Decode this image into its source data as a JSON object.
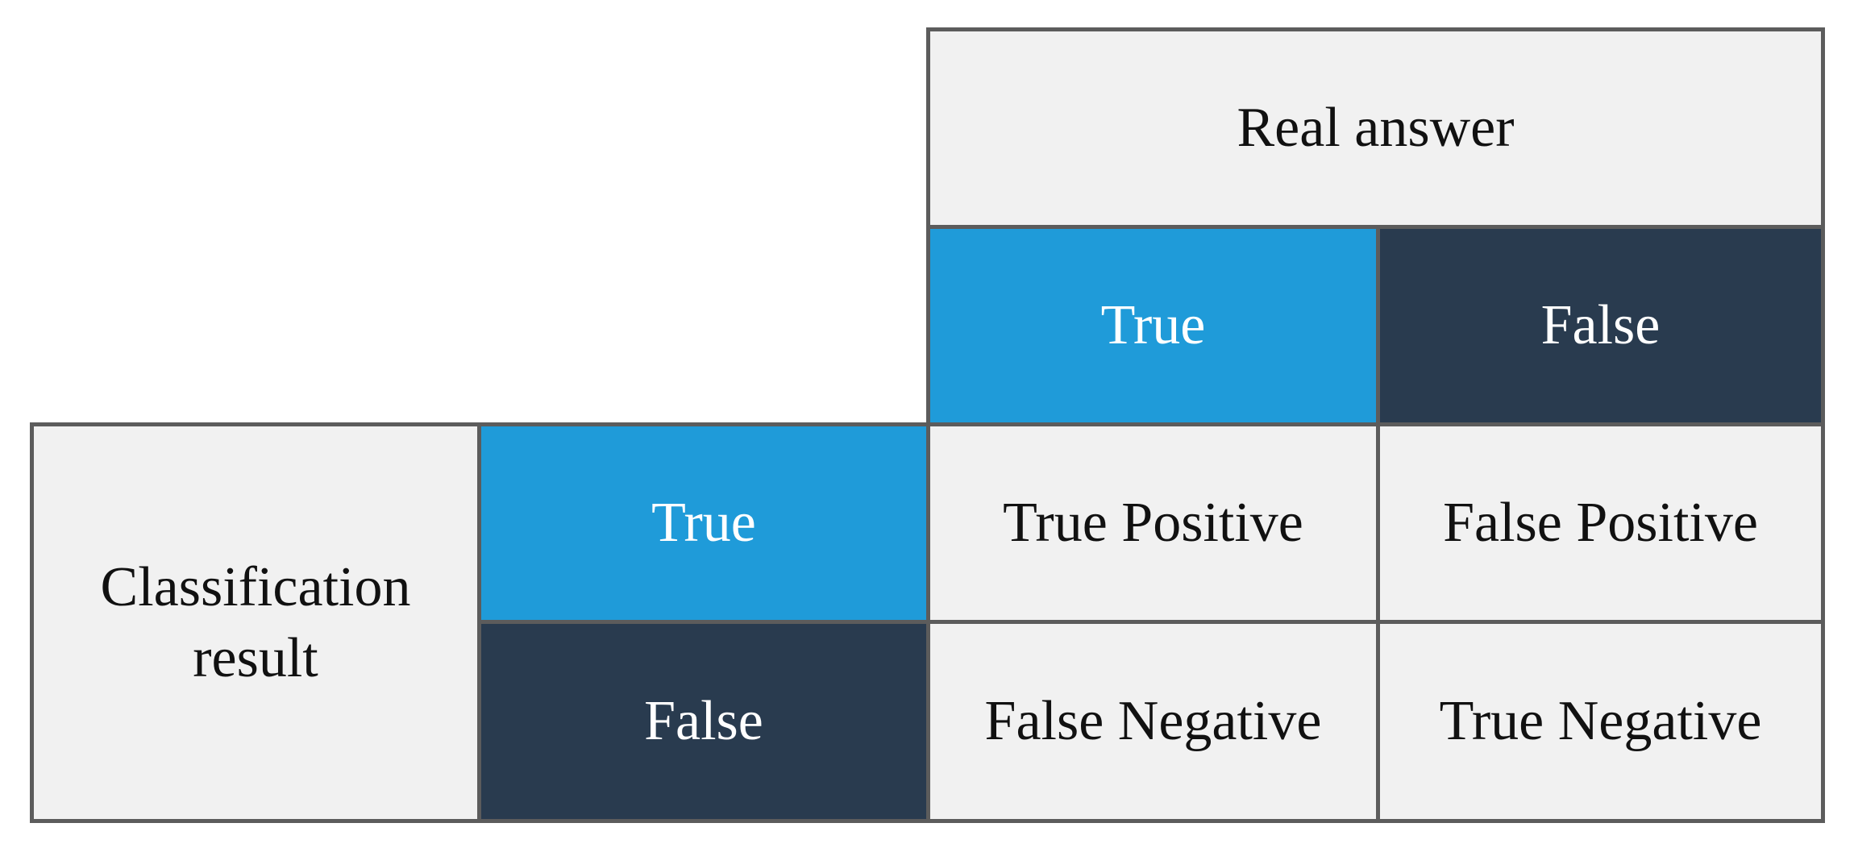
{
  "header": {
    "real_answer": "Real answer",
    "columns": [
      "True",
      "False"
    ]
  },
  "rows": {
    "group_label": "Classification result",
    "labels": [
      "True",
      "False"
    ]
  },
  "outcomes": {
    "true_positive": "True Positive",
    "false_positive": "False Positive",
    "false_negative": "False Negative",
    "true_negative": "True Negative"
  },
  "colors": {
    "true_fill": "#1f9bd9",
    "false_fill": "#293b4f",
    "neutral_fill": "#f1f1f1",
    "border": "#5c5c5c"
  }
}
